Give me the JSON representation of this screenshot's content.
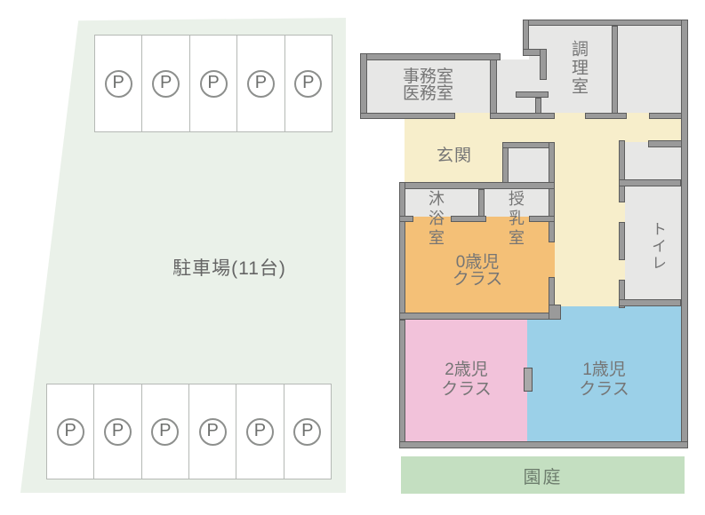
{
  "parking": {
    "label": "駐車場(11台)",
    "symbol": "P",
    "rows": [
      {
        "name": "top",
        "stalls": 5
      },
      {
        "name": "bottom",
        "stalls": 6
      }
    ]
  },
  "rooms": {
    "office": {
      "lines": [
        "事務室",
        "医務室"
      ]
    },
    "kitchen": {
      "label": "調理室"
    },
    "entrance": {
      "label": "玄関"
    },
    "bathing": {
      "label": "沐浴室"
    },
    "nursing": {
      "label": "授乳室"
    },
    "toilet": {
      "label": "トイレ"
    },
    "class0": {
      "lines": [
        "0歳児",
        "クラス"
      ]
    },
    "class1": {
      "lines": [
        "1歳児",
        "クラス"
      ]
    },
    "class2": {
      "lines": [
        "2歳児",
        "クラス"
      ]
    },
    "yard": {
      "label": "園庭"
    }
  },
  "colors": {
    "wall": "#9a9a9a",
    "wall_outline": "#5d5d5d",
    "room_gray": "#e7e7e6",
    "hall_beige": "#f7eecb",
    "class0_orange": "#f4c077",
    "class1_blue": "#9bd0e8",
    "class2_pink": "#f2c2da",
    "yard_green": "#c4dfc1",
    "parking_green": "#eaf1e9",
    "label_gray": "#757575"
  }
}
